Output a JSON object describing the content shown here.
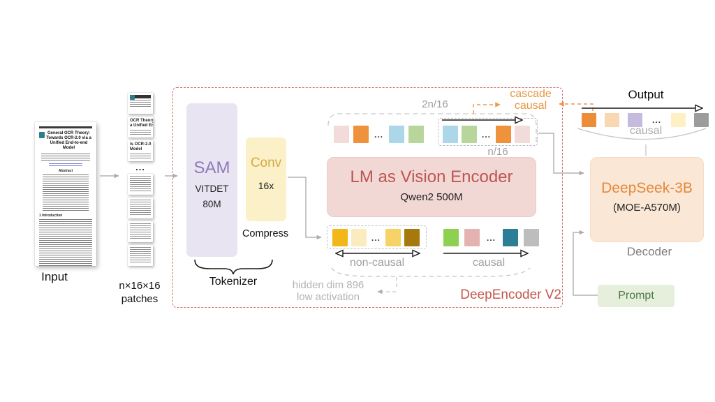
{
  "input": {
    "label": "Input",
    "document": {
      "title": "General OCR Theory: Towards OCR-2.0 via a Unified End-to-end Model",
      "abstract_heading": "Abstract",
      "section_heading": "1  Introduction"
    },
    "patches_label": {
      "line1": "n×16×16",
      "line2": "patches"
    },
    "patches": [
      {
        "kind": "header",
        "lines": []
      },
      {
        "kind": "bold",
        "lines": [
          "OCR Theory",
          "a Unified End"
        ]
      },
      {
        "kind": "bold",
        "lines": [
          "ls OCR-2.0",
          "Model"
        ]
      },
      {
        "kind": "dots",
        "lines": []
      },
      {
        "kind": "text",
        "lines": []
      },
      {
        "kind": "text",
        "lines": []
      },
      {
        "kind": "text",
        "lines": []
      },
      {
        "kind": "text",
        "lines": []
      }
    ],
    "dots": "..."
  },
  "encoder": {
    "title": "DeepEncoder V2",
    "sam": {
      "name": "SAM",
      "line1": "VITDET",
      "line2": "80M"
    },
    "conv": {
      "name": "Conv",
      "line1": "16x",
      "caption": "Compress"
    },
    "tokenizer_label": "Tokenizer",
    "lm": {
      "title": "LM as Vision Encoder",
      "subtitle": "Qwen2 500M"
    },
    "labels": {
      "two_n_16": "2n/16",
      "n_16": "n/16",
      "cascade_line1": "cascade",
      "cascade_line2": "causal",
      "non_causal": "non-causal",
      "causal": "causal",
      "hidden_line1": "hidden dim 896",
      "hidden_line2": "low activation"
    },
    "token_rows": {
      "top_left": [
        "#f2dcd9",
        "#f0913c",
        "...",
        "#abd7e8",
        "#b8d69b"
      ],
      "top_boxed": [
        "#abd7e8",
        "#b8d69b",
        "...",
        "#f0913c",
        "#f2dcd9"
      ],
      "non_causal": [
        "#f2b718",
        "#fbecc0",
        "...",
        "#f6d366",
        "#a5790d"
      ],
      "causal": [
        "#8ed051",
        "#e4b3b1",
        "...",
        "#2c7d96",
        "#bdbdbd"
      ]
    }
  },
  "output": {
    "label": "Output",
    "causal_label": "causal",
    "tokens": [
      "#ec8d39",
      "#f8d7b2",
      "#c5bcdd",
      "...",
      "#fdf0c4",
      "#9c9c9c"
    ]
  },
  "decoder": {
    "title": "DeepSeek-3B",
    "subtitle": "(MOE-A570M)",
    "label": "Decoder"
  },
  "prompt": {
    "label": "Prompt"
  },
  "colors": {
    "encoder_border": "#cf7268",
    "encoder_title": "#c4574e",
    "lm_title": "#bd5550",
    "cascade_orange": "#e9953f",
    "decoder_title": "#e5883c",
    "sam_purple": "#8f7ab8",
    "conv_gold": "#d2ab45",
    "prompt_green": "#4e7b44"
  }
}
